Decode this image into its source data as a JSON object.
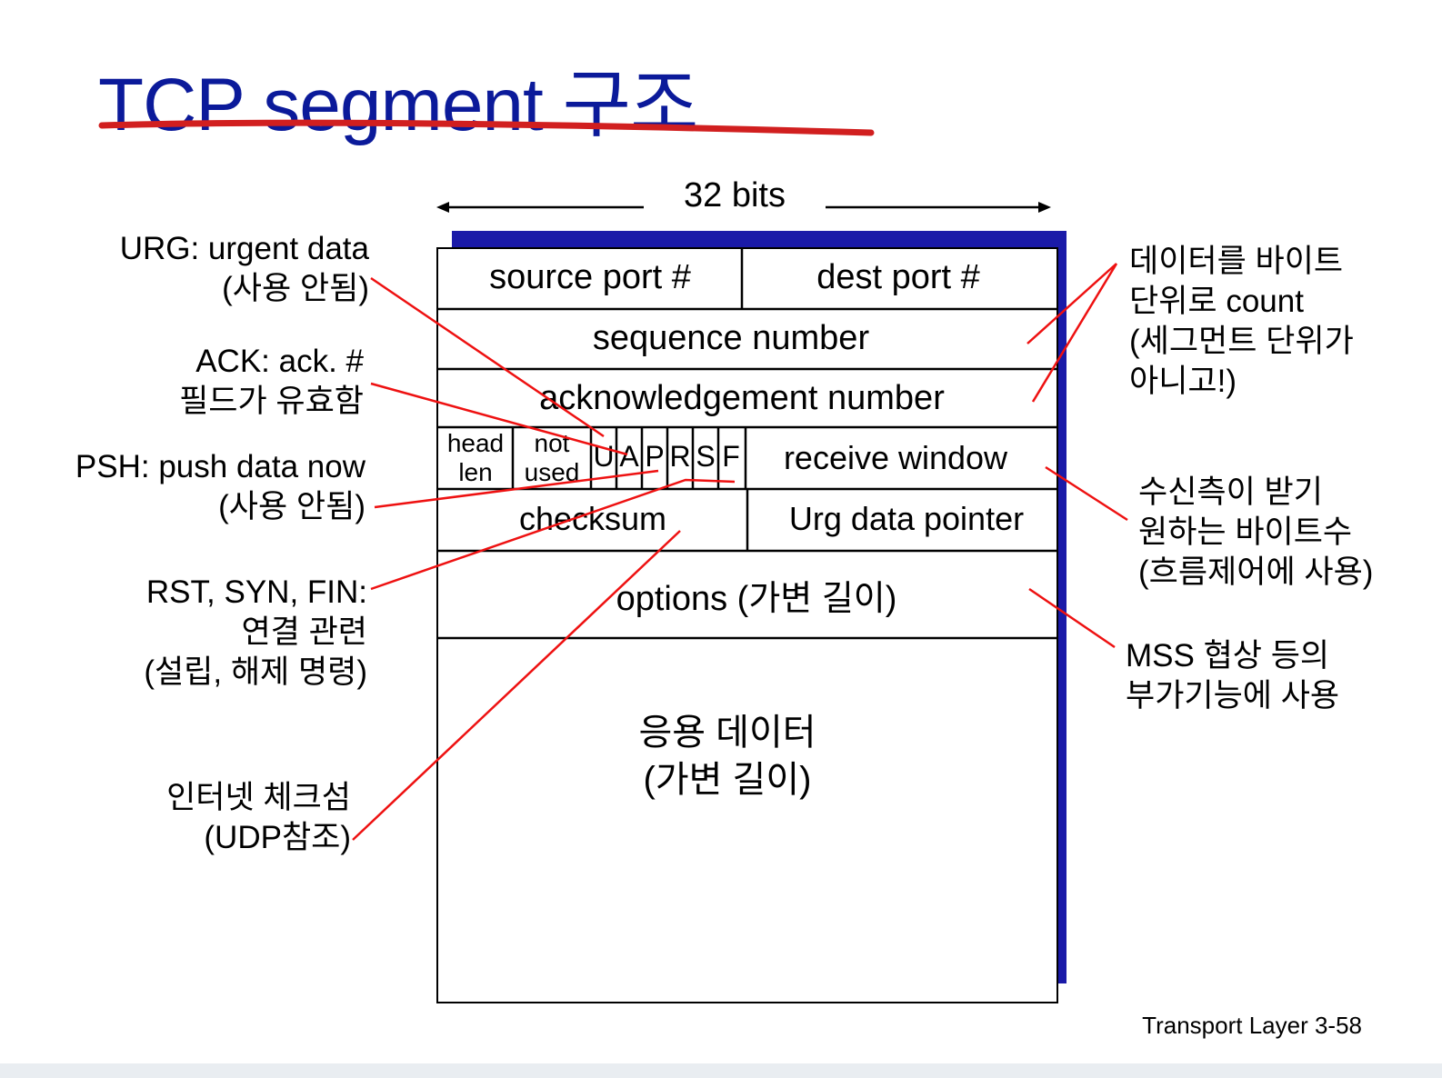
{
  "title": "TCP segment 구조",
  "width_label": "32 bits",
  "fields": {
    "source_port": "source port #",
    "dest_port": "dest port #",
    "sequence": "sequence number",
    "ack": "acknowledgement number",
    "head_len": [
      "head",
      "len"
    ],
    "not_used": [
      "not",
      "used"
    ],
    "flags": [
      "U",
      "A",
      "P",
      "R",
      "S",
      "F"
    ],
    "receive_window": "receive window",
    "checksum": "checksum",
    "urg_pointer": "Urg data pointer",
    "options": "options (가변 길이)",
    "app_data": [
      "응용 데이터",
      "(가변 길이)"
    ]
  },
  "left_notes": {
    "urg": [
      "URG: urgent data",
      "(사용 안됨)"
    ],
    "ack": [
      "ACK: ack. #",
      "필드가 유효함"
    ],
    "psh": [
      "PSH: push data now",
      "(사용 안됨)"
    ],
    "rst": [
      "RST, SYN, FIN:",
      "연결 관련",
      "(설립, 해제 명령)"
    ],
    "checksum": [
      "인터넷 체크섬",
      "(UDP참조)"
    ]
  },
  "right_notes": {
    "count": [
      "데이터를 바이트",
      "단위로 count",
      "(세그먼트 단위가",
      "아니고!)"
    ],
    "window": [
      "수신측이 받기",
      "원하는 바이트수",
      "(흐름제어에 사용)"
    ],
    "mss": [
      "MSS 협상 등의",
      "부가기능에 사용"
    ]
  },
  "footer": "Transport Layer 3-58",
  "colors": {
    "title": "#0b1a9a",
    "underline": "#d11f1f",
    "shadow": "#1a1aa8",
    "pointer": "#ee1111"
  }
}
